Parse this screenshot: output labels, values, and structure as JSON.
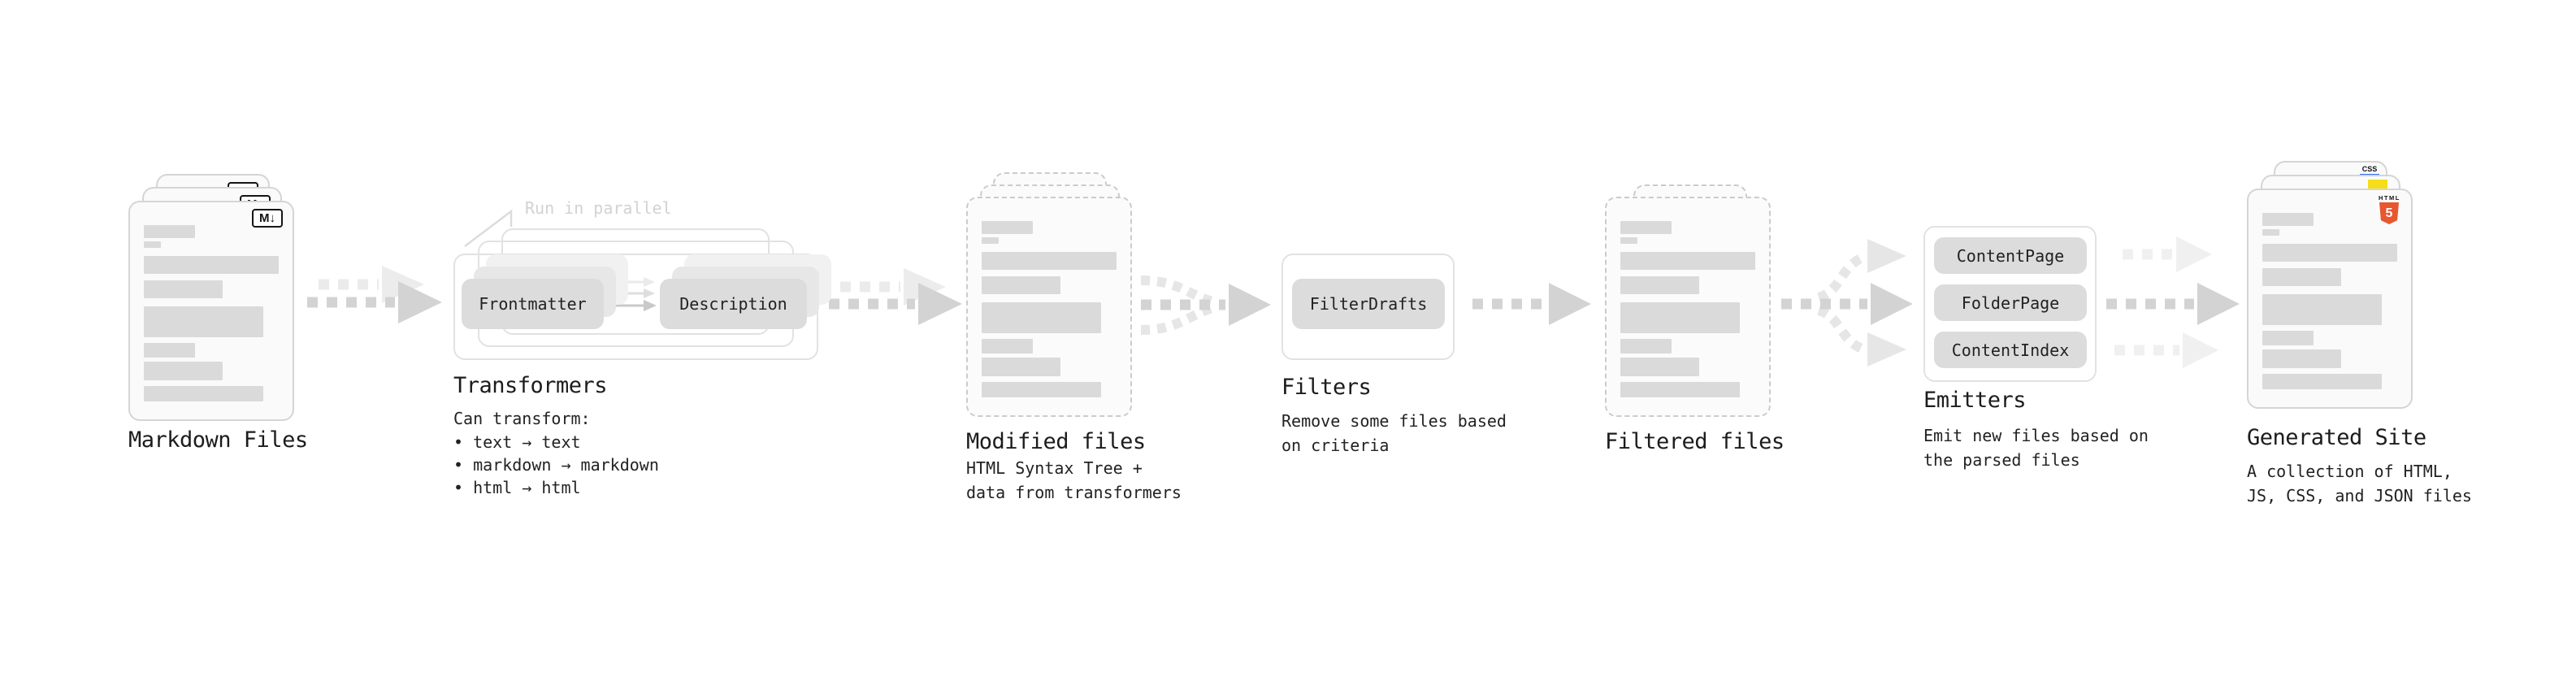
{
  "stages": {
    "markdown_files": {
      "title": "Markdown Files",
      "badge": "M↓"
    },
    "transformers": {
      "title": "Transformers",
      "note": "Run in parallel",
      "pill_left": "Frontmatter",
      "pill_right": "Description",
      "caption_heading": "Can transform:",
      "bullets": [
        "• text → text",
        "• markdown → markdown",
        "• html → html"
      ]
    },
    "modified_files": {
      "title": "Modified files",
      "caption": [
        "HTML Syntax Tree +",
        "data from transformers"
      ]
    },
    "filters": {
      "title": "Filters",
      "pill": "FilterDrafts",
      "caption": [
        "Remove some files based",
        "on criteria"
      ]
    },
    "filtered_files": {
      "title": "Filtered files"
    },
    "emitters": {
      "title": "Emitters",
      "pills": [
        "ContentPage",
        "FolderPage",
        "ContentIndex"
      ],
      "caption": [
        "Emit new files based on",
        "the parsed files"
      ]
    },
    "generated_site": {
      "title": "Generated Site",
      "caption": [
        "A collection of HTML,",
        "JS, CSS, and JSON files"
      ],
      "css_badge": "CSS",
      "html_badge_label": "HTML",
      "html_badge_number": "5"
    }
  },
  "colors": {
    "arrow_dark": "#d3d3d3",
    "arrow_light": "#ebebeb",
    "skeleton_bar": "#dadada",
    "pill_fill": "#dcdcdc",
    "html5_orange": "#e8572e",
    "js_yellow": "#f5de19",
    "css_blue": "#2f6bf0"
  }
}
